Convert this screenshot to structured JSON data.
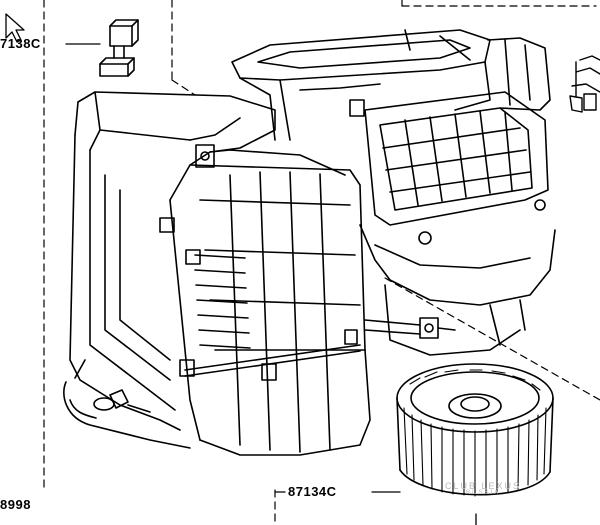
{
  "labels": {
    "top_left": "7138C",
    "bottom_left": "8998",
    "bottom_right": "87134C"
  },
  "watermark": {
    "line1": "CLUB LEXUS",
    "line2": "RUSSIA"
  },
  "colors": {
    "ink": "#000000",
    "background": "#ffffff",
    "watermark": "#b9b9b9"
  }
}
